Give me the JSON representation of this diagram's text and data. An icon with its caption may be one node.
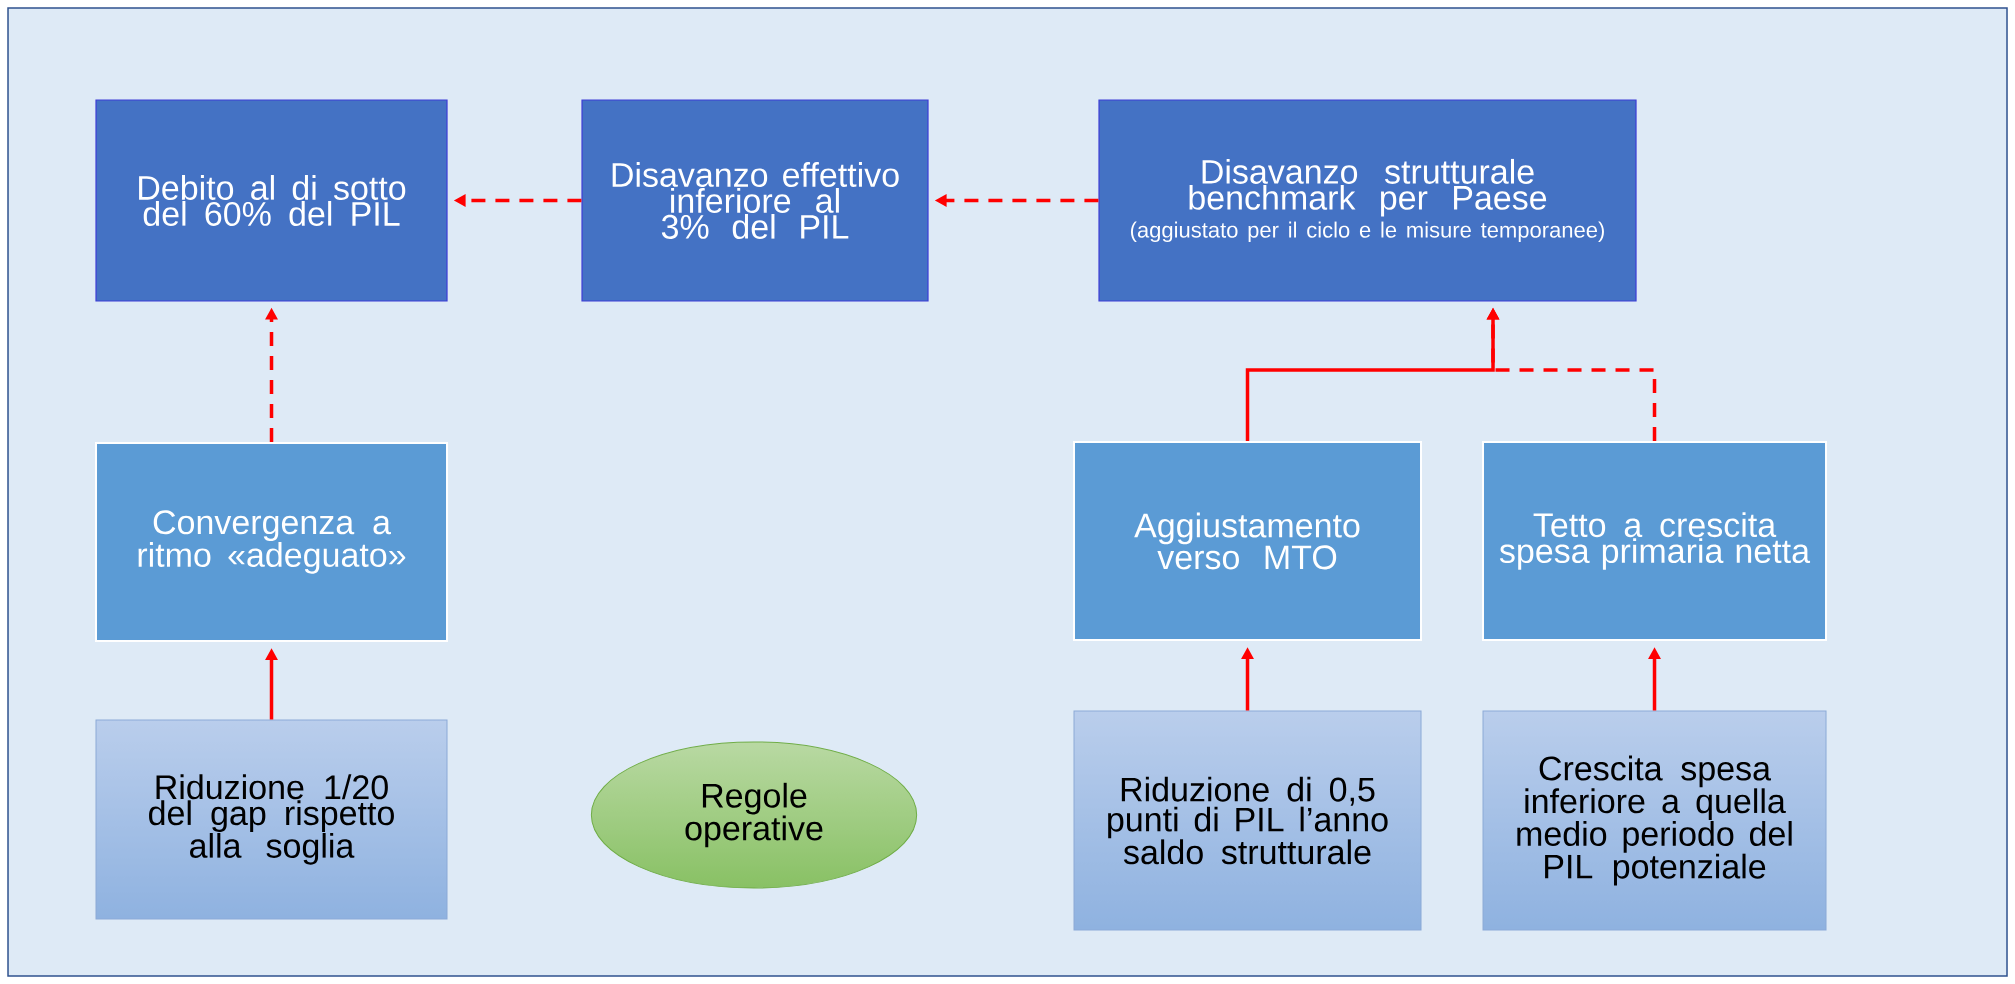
{
  "diagram": {
    "nodes": [
      {
        "text": [
          "Debito al di sotto del 60% del PIL"
        ]
      },
      {
        "text": [
          "Disavanzo effettivo inferiore al 3% del PIL"
        ]
      },
      {
        "text": [
          "Disavanzo strutturale benchmark per Paese",
          "(aggiustato per il ciclo e le misure temporanee)"
        ]
      },
      {
        "text": [
          "Convergenza a ritmo «adeguato»"
        ]
      },
      {
        "text": [
          "Aggiustamento verso MTO"
        ]
      },
      {
        "text": [
          "Tetto a crescita spesa primaria netta"
        ]
      },
      {
        "text": [
          "Riduzione 1/20 del gap rispetto alla soglia"
        ]
      },
      {
        "text": [
          "Regole operative"
        ]
      },
      {
        "text": [
          "Riduzione di 0,5 punti di PIL l’anno saldo strutturale"
        ]
      },
      {
        "text": [
          "Crescita spesa inferiore a quella medio periodo del PIL potenziale"
        ]
      }
    ],
    "edges": [
      {
        "from": 1,
        "to": 0,
        "arrow": "to",
        "style": "dashed"
      },
      {
        "from": 2,
        "to": 1,
        "arrow": "to",
        "style": "dashed"
      },
      {
        "from": 3,
        "to": 0,
        "arrow": "to",
        "style": "dashed"
      },
      {
        "from": 4,
        "to": 2,
        "arrow": "to"
      },
      {
        "from": 5,
        "to": 2,
        "arrow": "to",
        "style": "dashed"
      },
      {
        "from": 6,
        "to": 3,
        "arrow": "to"
      },
      {
        "from": 8,
        "to": 4,
        "arrow": "to"
      },
      {
        "from": 9,
        "to": 5,
        "arrow": "to"
      }
    ]
  }
}
